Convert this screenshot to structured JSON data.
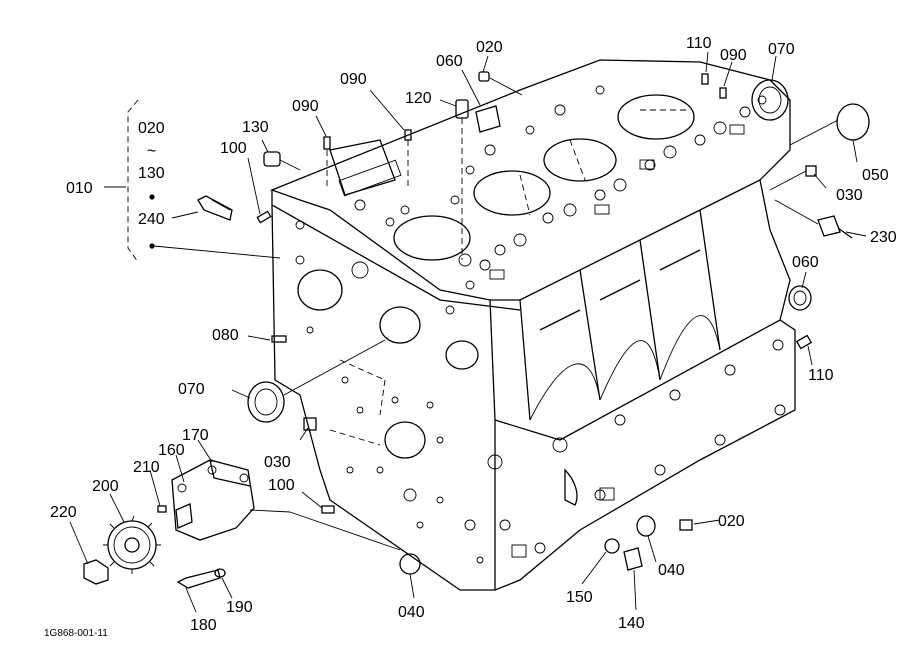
{
  "drawing_code": "1G868-001-11",
  "group": {
    "label": "010",
    "range_top": "020",
    "tilde": "~",
    "range_bottom": "130",
    "item": "240"
  },
  "labels": {
    "p020_top": "020",
    "p060_top": "060",
    "p110_top": "110",
    "p090_top_right": "090",
    "p070_top_right": "070",
    "p090_top_mid": "090",
    "p120": "120",
    "p090_left": "090",
    "p130": "130",
    "p100_top": "100",
    "p050": "050",
    "p030_right": "030",
    "p230": "230",
    "p060_right": "060",
    "p080": "080",
    "p110_right": "110",
    "p070_left": "070",
    "p030_left": "030",
    "p170": "170",
    "p160": "160",
    "p210": "210",
    "p200": "200",
    "p100_bottom": "100",
    "p220": "220",
    "p020_bottom": "020",
    "p040_right": "040",
    "p150": "150",
    "p140": "140",
    "p180": "180",
    "p190": "190",
    "p040_bottom": "040"
  }
}
